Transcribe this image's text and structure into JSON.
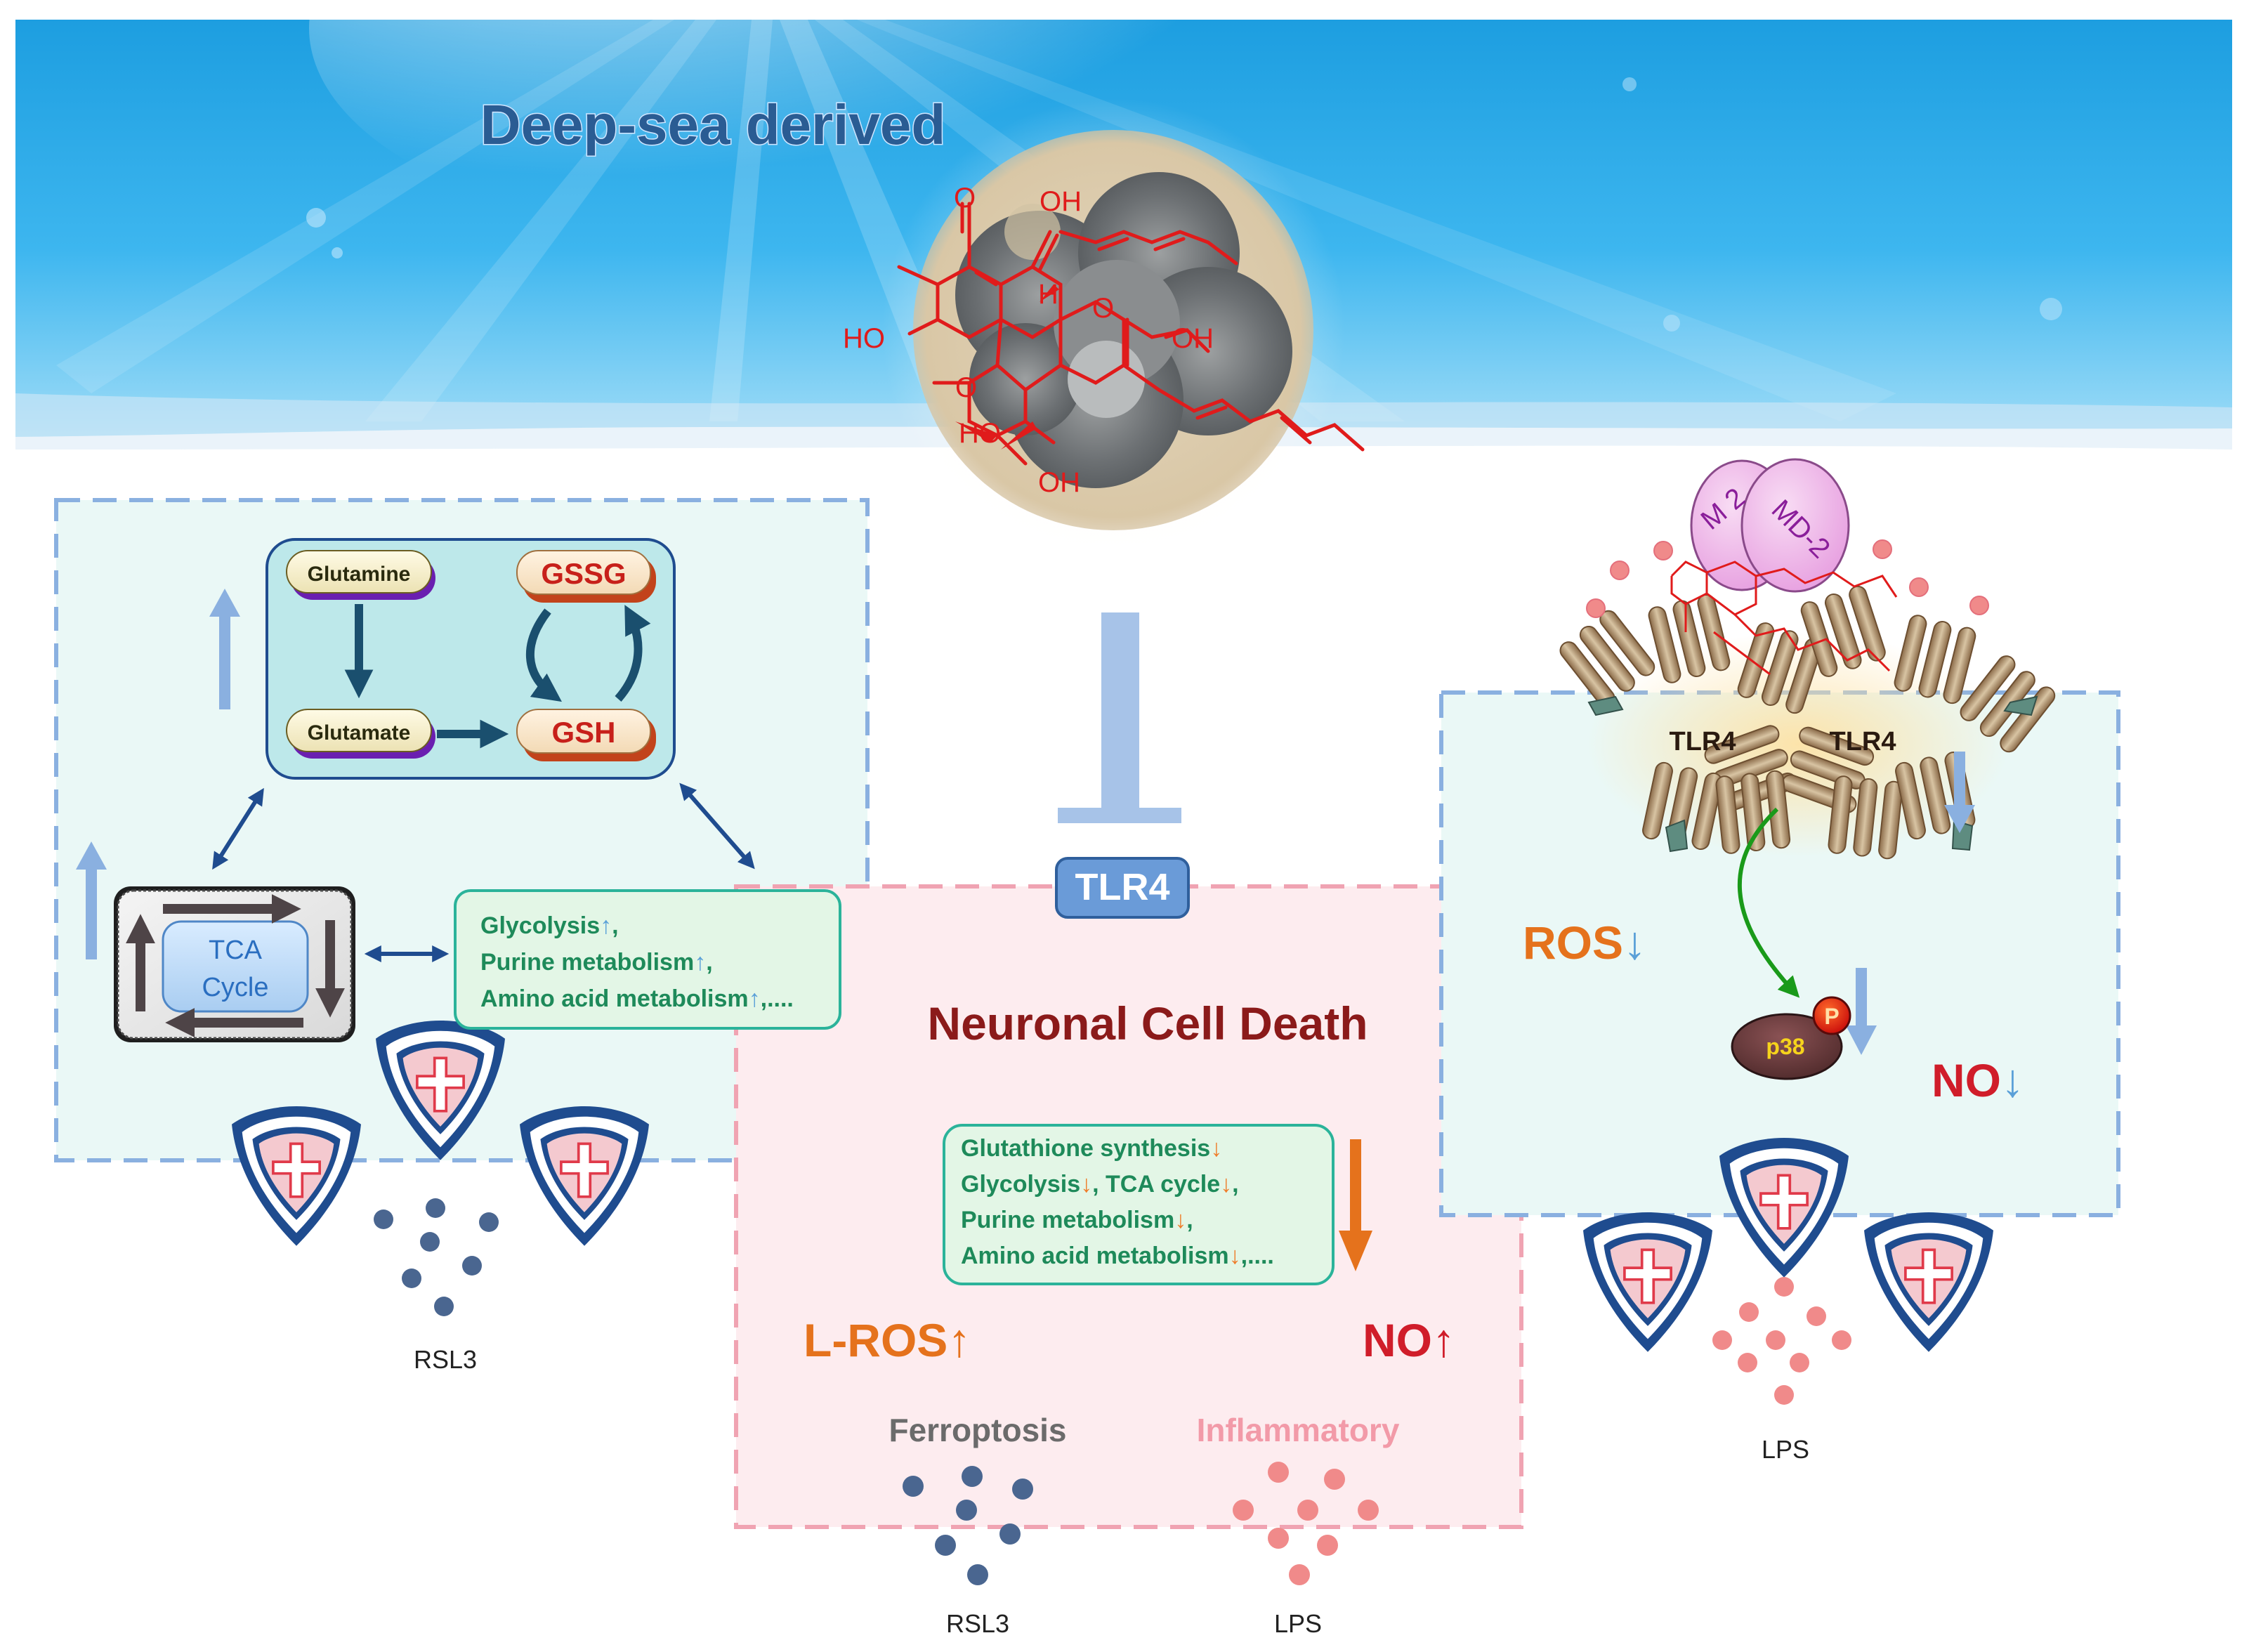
{
  "banner": {
    "title": "Deep-sea derived"
  },
  "molecule": {
    "labels": [
      "O",
      "OH",
      "H",
      "O",
      "OH",
      "HO",
      "O",
      "HO",
      "OH"
    ]
  },
  "left_panel": {
    "glutamine": "Glutamine",
    "glutamate": "Glutamate",
    "gssg": "GSSG",
    "gsh": "GSH",
    "tca": "TCA",
    "cycle": "Cycle",
    "metabolism_lines": [
      {
        "text": "Glycolysis",
        "arrow": "↑",
        "suffix": ","
      },
      {
        "text": "Purine metabolism",
        "arrow": "↑",
        "suffix": ","
      },
      {
        "text": "Amino acid metabolism",
        "arrow": "↑",
        "suffix": ",...."
      }
    ],
    "stimulus": "RSL3"
  },
  "center": {
    "inhibitor_label": "TLR4",
    "title": "Neuronal Cell Death",
    "metabolism_lines": [
      {
        "parts": [
          {
            "t": "Glutathione synthesis"
          },
          {
            "t": "↓",
            "down": true
          }
        ]
      },
      {
        "parts": [
          {
            "t": "Glycolysis"
          },
          {
            "t": "↓",
            "down": true
          },
          {
            "t": ", TCA cycle"
          },
          {
            "t": "↓",
            "down": true
          },
          {
            "t": ","
          }
        ]
      },
      {
        "parts": [
          {
            "t": "Purine metabolism"
          },
          {
            "t": "↓",
            "down": true
          },
          {
            "t": ","
          }
        ]
      },
      {
        "parts": [
          {
            "t": "Amino acid metabolism"
          },
          {
            "t": "↓",
            "down": true
          },
          {
            "t": ",...."
          }
        ]
      }
    ],
    "lros": "L-ROS",
    "lros_arrow": "↑",
    "no": "NO",
    "no_arrow": "↑",
    "ferroptosis": "Ferroptosis",
    "inflammatory": "Inflammatory",
    "stimulus_left": "RSL3",
    "stimulus_right": "LPS"
  },
  "right_panel": {
    "md2_a": "M 2",
    "md2_b": "MD-2",
    "tlr4_left": "TLR4",
    "tlr4_right": "TLR4",
    "ros": "ROS",
    "ros_arrow": "↓",
    "no": "NO",
    "no_arrow": "↓",
    "p38": "p38",
    "phospho": "P",
    "stimulus": "LPS"
  },
  "colors": {
    "accent_blue": "#8ab0e0",
    "dark_navy": "#1f4c8f",
    "red_molecule": "#e01b1b",
    "orange": "#e5721c",
    "crimson": "#d01d2a",
    "maroon": "#8b1a1a",
    "green_text": "#1e8a5a",
    "pink_dot": "#f08a8a",
    "blue_dot": "#4a6690"
  }
}
